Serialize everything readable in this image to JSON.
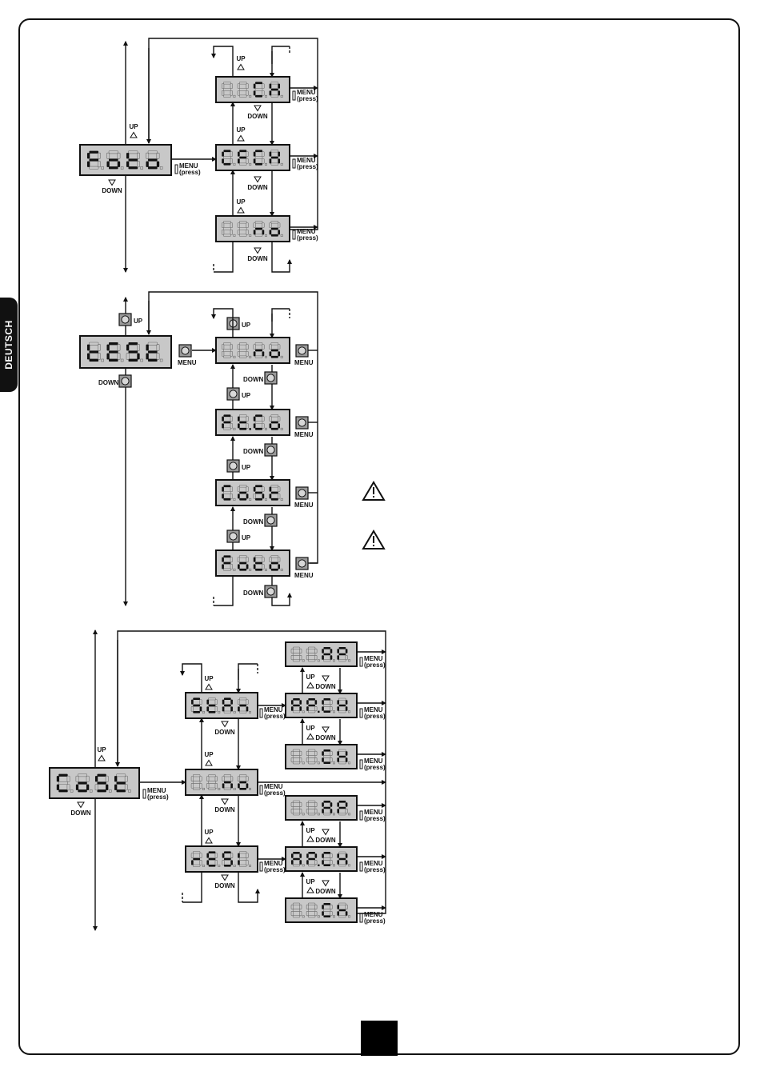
{
  "side_tab": {
    "label": "DEUTSCH"
  },
  "labels": {
    "up": "UP",
    "down": "DOWN",
    "menu": "MENU",
    "press": "(press)"
  },
  "diagram1": {
    "main": "Foto",
    "options": [
      "CH",
      "CFCH",
      "no"
    ]
  },
  "diagram2": {
    "main": "tESt",
    "options": [
      "no",
      "Ft.Co",
      "CoSt",
      "Foto"
    ]
  },
  "diagram3": {
    "main": "CoSt",
    "options": [
      "StAn",
      "no",
      "rESI"
    ],
    "stan_sub": [
      "AP",
      "AP.CH",
      "CH"
    ],
    "resi_sub": [
      "AP",
      "AP.CH",
      "Ch"
    ]
  },
  "warnings": [
    "warning-icon",
    "warning-icon"
  ],
  "colors": {
    "display_bg": "#c8c8c8",
    "ink": "#111111",
    "button": "#9a9a9a"
  }
}
